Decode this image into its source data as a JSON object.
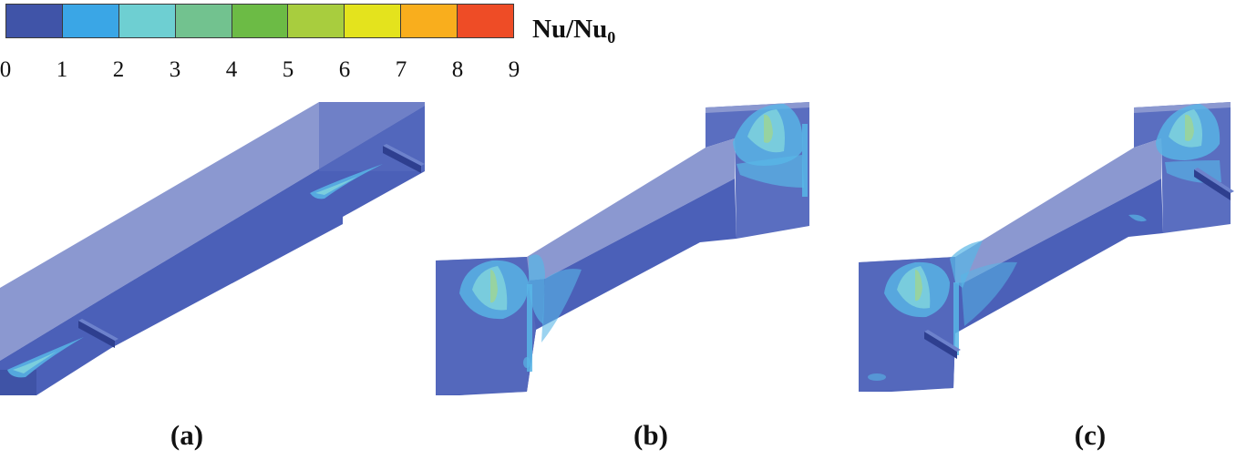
{
  "legend": {
    "title": "Nu/Nu",
    "title_sub": "0",
    "ticks": [
      "0",
      "1",
      "2",
      "3",
      "4",
      "5",
      "6",
      "7",
      "8",
      "9"
    ],
    "colors": [
      "#4054a8",
      "#3aa6e6",
      "#6ecfd2",
      "#72c28f",
      "#6cbb45",
      "#a8cd3e",
      "#e4e31d",
      "#f9ae1d",
      "#ee4c26"
    ]
  },
  "panels": [
    {
      "id": "a",
      "caption": "(a)"
    },
    {
      "id": "b",
      "caption": "(b)"
    },
    {
      "id": "c",
      "caption": "(c)"
    }
  ],
  "colors": {
    "face_base": "#4a60b8",
    "face_top": "#8a98d0",
    "face_front": "#5468bc",
    "contour_low": "#58b6e6",
    "contour_mid": "#7fd2dd",
    "contour_high": "#9ad49a"
  }
}
